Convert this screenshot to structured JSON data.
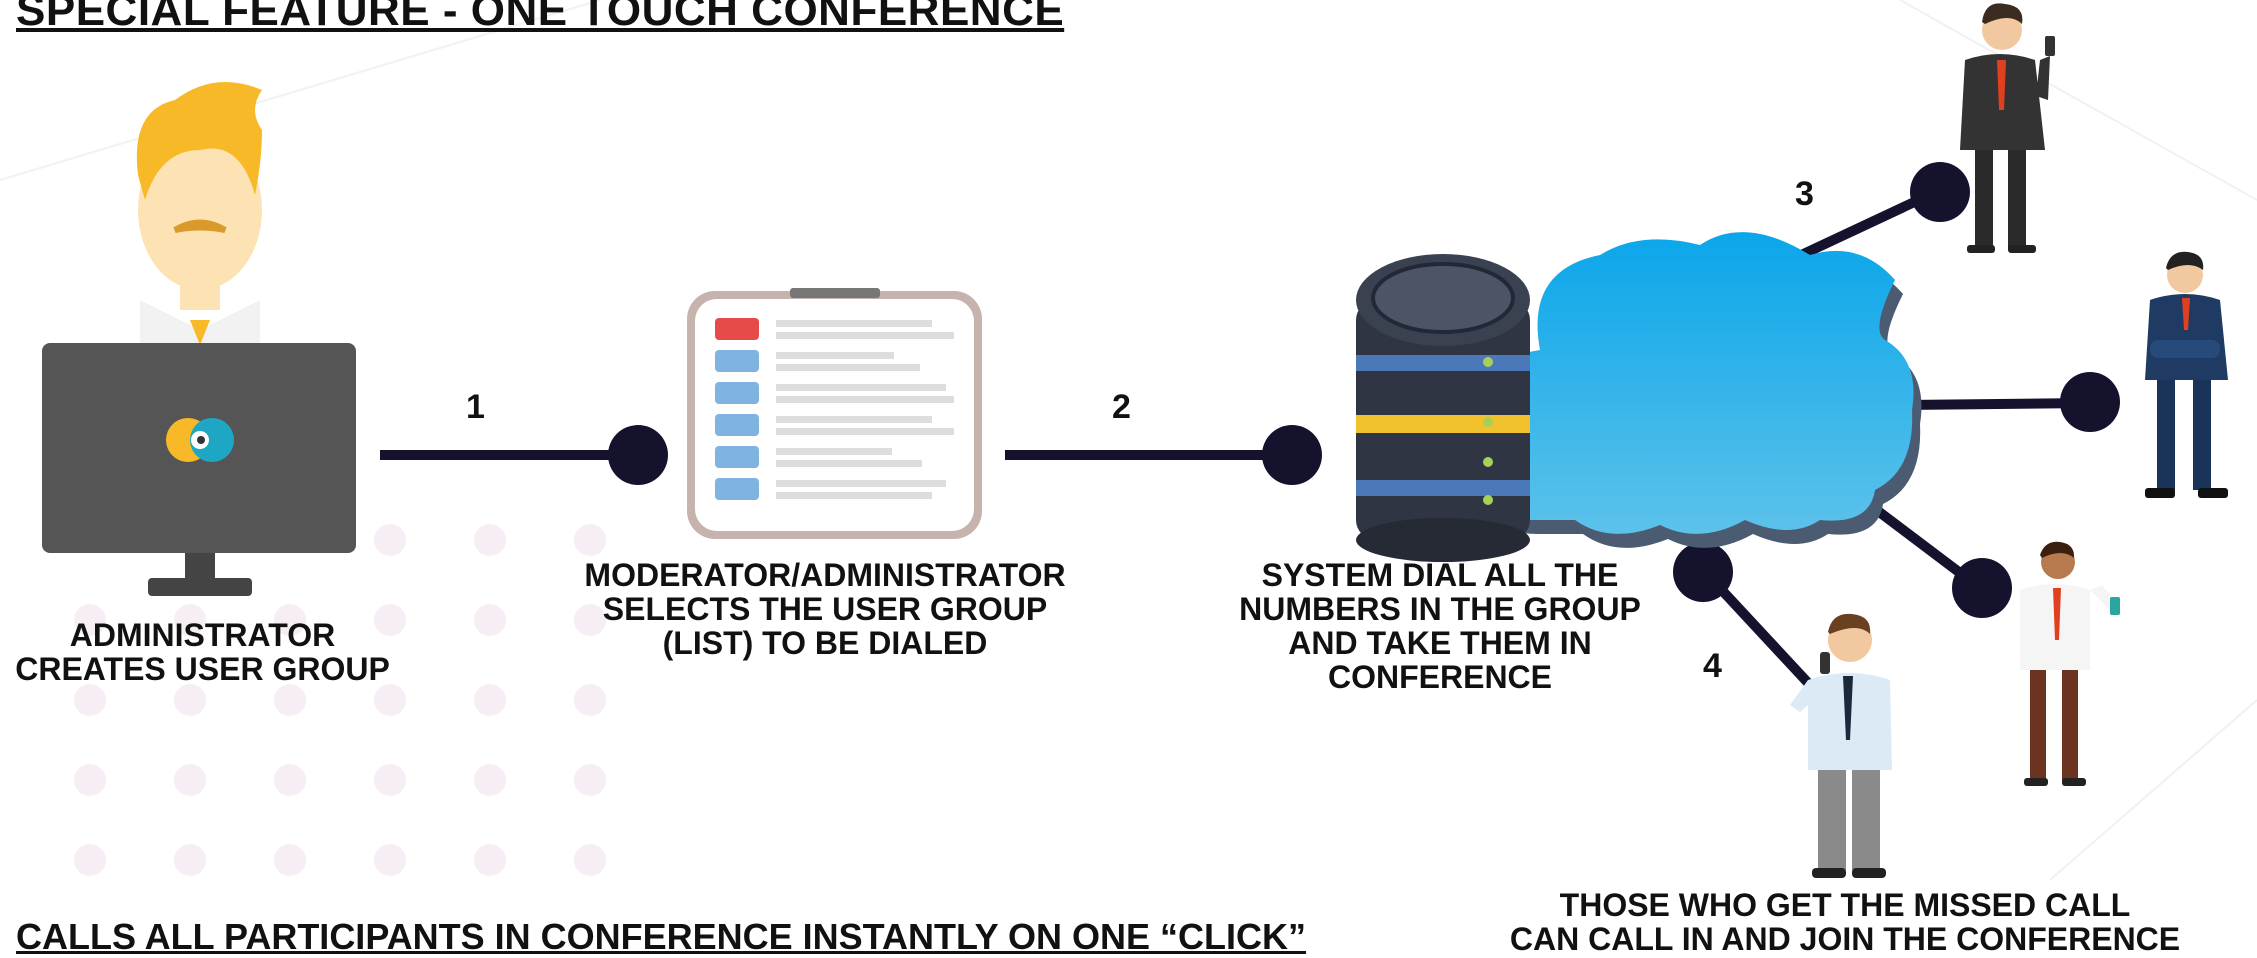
{
  "title": "SPECIAL FEATURE - ONE TOUCH CONFERENCE",
  "footer": "CALLS ALL PARTICIPANTS IN CONFERENCE INSTANTLY ON ONE   “CLICK”",
  "steps": {
    "n1": "1",
    "n2": "2",
    "n3": "3",
    "n4": "4"
  },
  "labels": {
    "admin": [
      "ADMINISTRATOR",
      "CREATES USER GROUP"
    ],
    "moderator": [
      "MODERATOR/ADMINISTRATOR",
      "SELECTS THE USER GROUP",
      "(LIST) TO BE DIALED"
    ],
    "system": [
      "SYSTEM DIAL ALL THE",
      "NUMBERS IN THE GROUP",
      "AND TAKE THEM IN",
      "CONFERENCE"
    ],
    "missed": [
      "THOSE WHO GET THE MISSED CALL",
      "CAN CALL IN AND JOIN THE CONFERENCE"
    ]
  },
  "colors": {
    "connector": "#15122e",
    "cloud": "#1ea7e4",
    "monitor": "#555555",
    "hair": "#f7b928",
    "server": "#2f3542"
  }
}
